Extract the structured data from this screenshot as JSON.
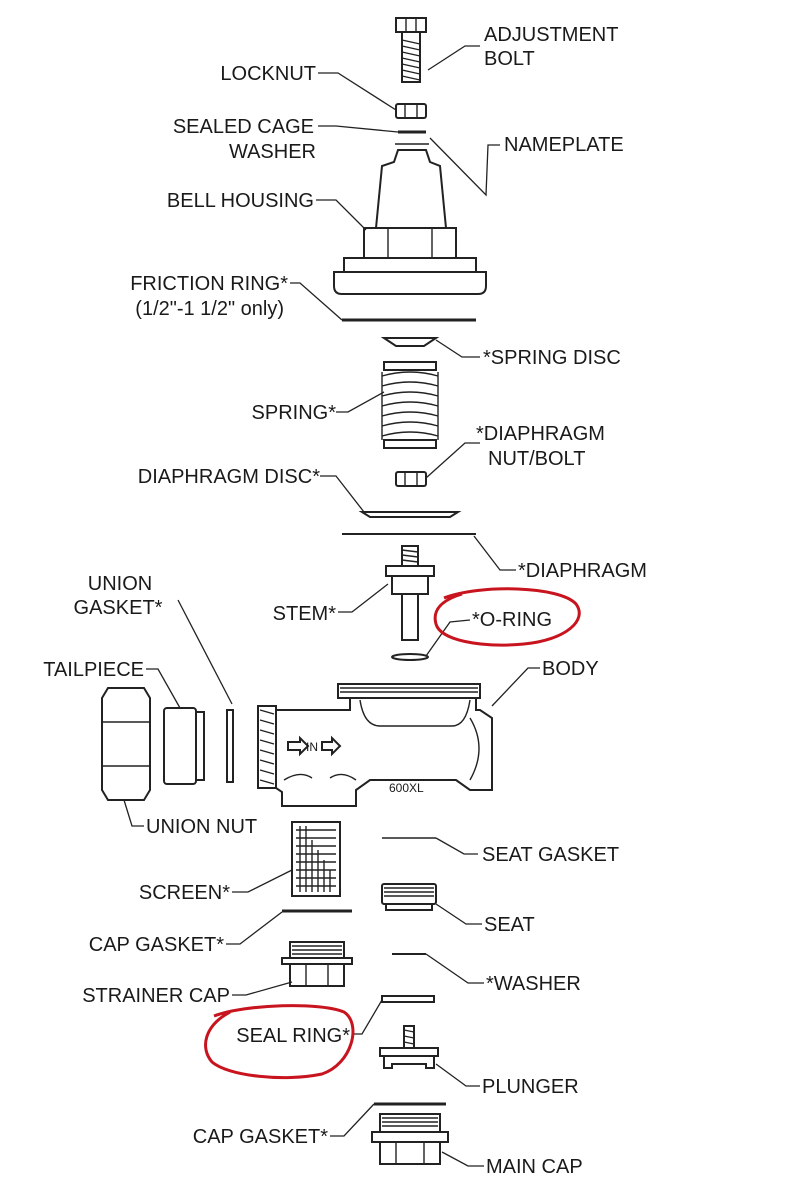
{
  "labels": {
    "adjustment_bolt_1": "ADJUSTMENT",
    "adjustment_bolt_2": "BOLT",
    "locknut": "LOCKNUT",
    "sealed_cage_1": "SEALED CAGE",
    "sealed_cage_2": "WASHER",
    "nameplate": "NAMEPLATE",
    "bell_housing": "BELL HOUSING",
    "friction_ring_1": "FRICTION RING*",
    "friction_ring_2": "(1/2\"-1 1/2\" only)",
    "spring_disc": "*SPRING DISC",
    "spring": "SPRING*",
    "diaphragm_nut_1": "*DIAPHRAGM",
    "diaphragm_nut_2": "NUT/BOLT",
    "diaphragm_disc": "DIAPHRAGM DISC*",
    "diaphragm": "*DIAPHRAGM",
    "union_gasket_1": "UNION",
    "union_gasket_2": "GASKET*",
    "stem": "STEM*",
    "o_ring": "*O-RING",
    "tailpiece": "TAILPIECE",
    "body": "BODY",
    "union_nut": "UNION NUT",
    "seat_gasket": "SEAT GASKET",
    "screen": "SCREEN*",
    "seat": "SEAT",
    "cap_gasket_upper": "CAP GASKET*",
    "washer": "*WASHER",
    "strainer_cap": "STRAINER CAP",
    "seal_ring": "SEAL RING*",
    "plunger": "PLUNGER",
    "cap_gasket_lower": "CAP GASKET*",
    "main_cap": "MAIN CAP"
  },
  "body_markings": {
    "inlet": "IN",
    "model": "600XL"
  },
  "highlight_color": "#c8141e"
}
